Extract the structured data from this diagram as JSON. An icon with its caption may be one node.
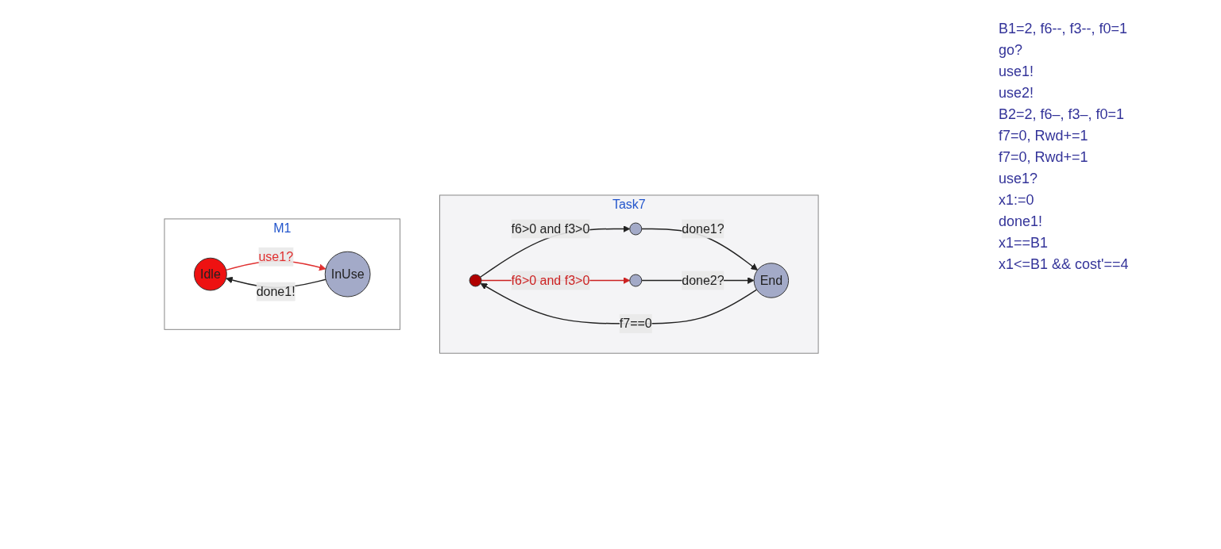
{
  "diagram": {
    "nodes": [
      {
        "text": [
          "Task7"
        ]
      },
      {
        "text": [],
        "shape": "circle",
        "in": 0
      },
      {
        "text": [],
        "shape": "circle",
        "in": 0
      },
      {
        "text": [
          "End"
        ],
        "in": 0
      },
      {
        "text": [],
        "shape": "circle",
        "in": 0
      },
      {
        "text": [
          "M1"
        ]
      },
      {
        "text": [
          "Idle"
        ],
        "in": 5
      },
      {
        "text": [
          "InUse"
        ],
        "in": 5
      }
    ],
    "edges": [
      {
        "from": 1,
        "to": 2,
        "arrow": "to",
        "label": "f6>0 and f3>0"
      },
      {
        "from": 3,
        "to": 1,
        "arrow": "to",
        "label": "f7==0"
      },
      {
        "from": 1,
        "to": 4,
        "arrow": "to",
        "label": "f6>0 and f3>0",
        "color": "#cc2222"
      },
      {
        "from": 2,
        "to": 3,
        "arrow": "to",
        "label": "done1?"
      },
      {
        "from": 4,
        "to": 3,
        "arrow": "to",
        "label": "done2?"
      },
      {
        "from": 6,
        "to": 7,
        "arrow": "to",
        "label": "use1?",
        "color": "#e03030"
      },
      {
        "from": 7,
        "to": 6,
        "arrow": "to",
        "label": "done1!"
      }
    ],
    "labels": [
      "B1=2, f6--, f3--, f0=1",
      "go?",
      "use1!",
      "use2!",
      "B2=2, f6–, f3–, f0=1",
      "f7=0, Rwd+=1",
      "f7=0, Rwd+=1",
      "use1?",
      "x1:=0",
      "done1!",
      "x1==B1",
      "x1<=B1 && cost'==4"
    ]
  }
}
